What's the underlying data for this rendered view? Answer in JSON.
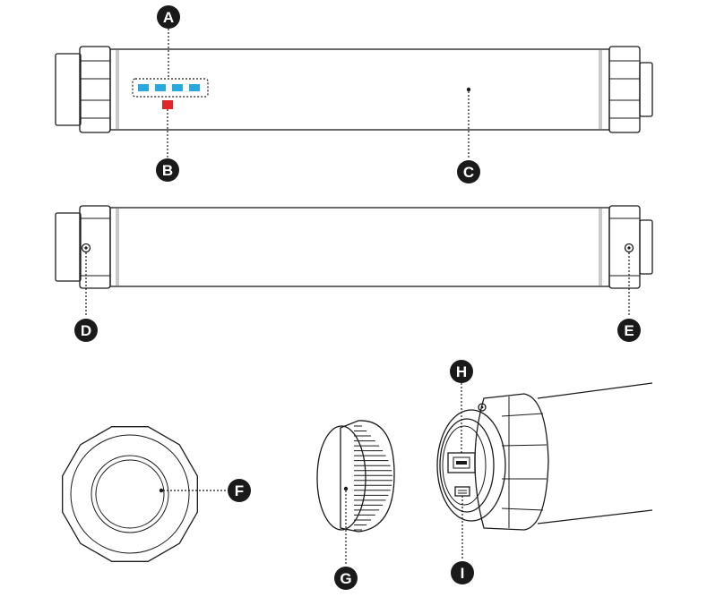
{
  "colors": {
    "outline": "#1a1a1a",
    "led_blue": "#29a8e0",
    "led_red": "#e0262b",
    "band_gray": "#c8c8c8",
    "lens_gray": "#b8b8b8",
    "callout_fill": "#1a1a1a"
  },
  "callouts": {
    "A": "A",
    "B": "B",
    "C": "C",
    "D": "D",
    "E": "E",
    "F": "F",
    "G": "G",
    "H": "H",
    "I": "I"
  },
  "indicators": {
    "blue_led_count": 4,
    "red_led_count": 1
  }
}
